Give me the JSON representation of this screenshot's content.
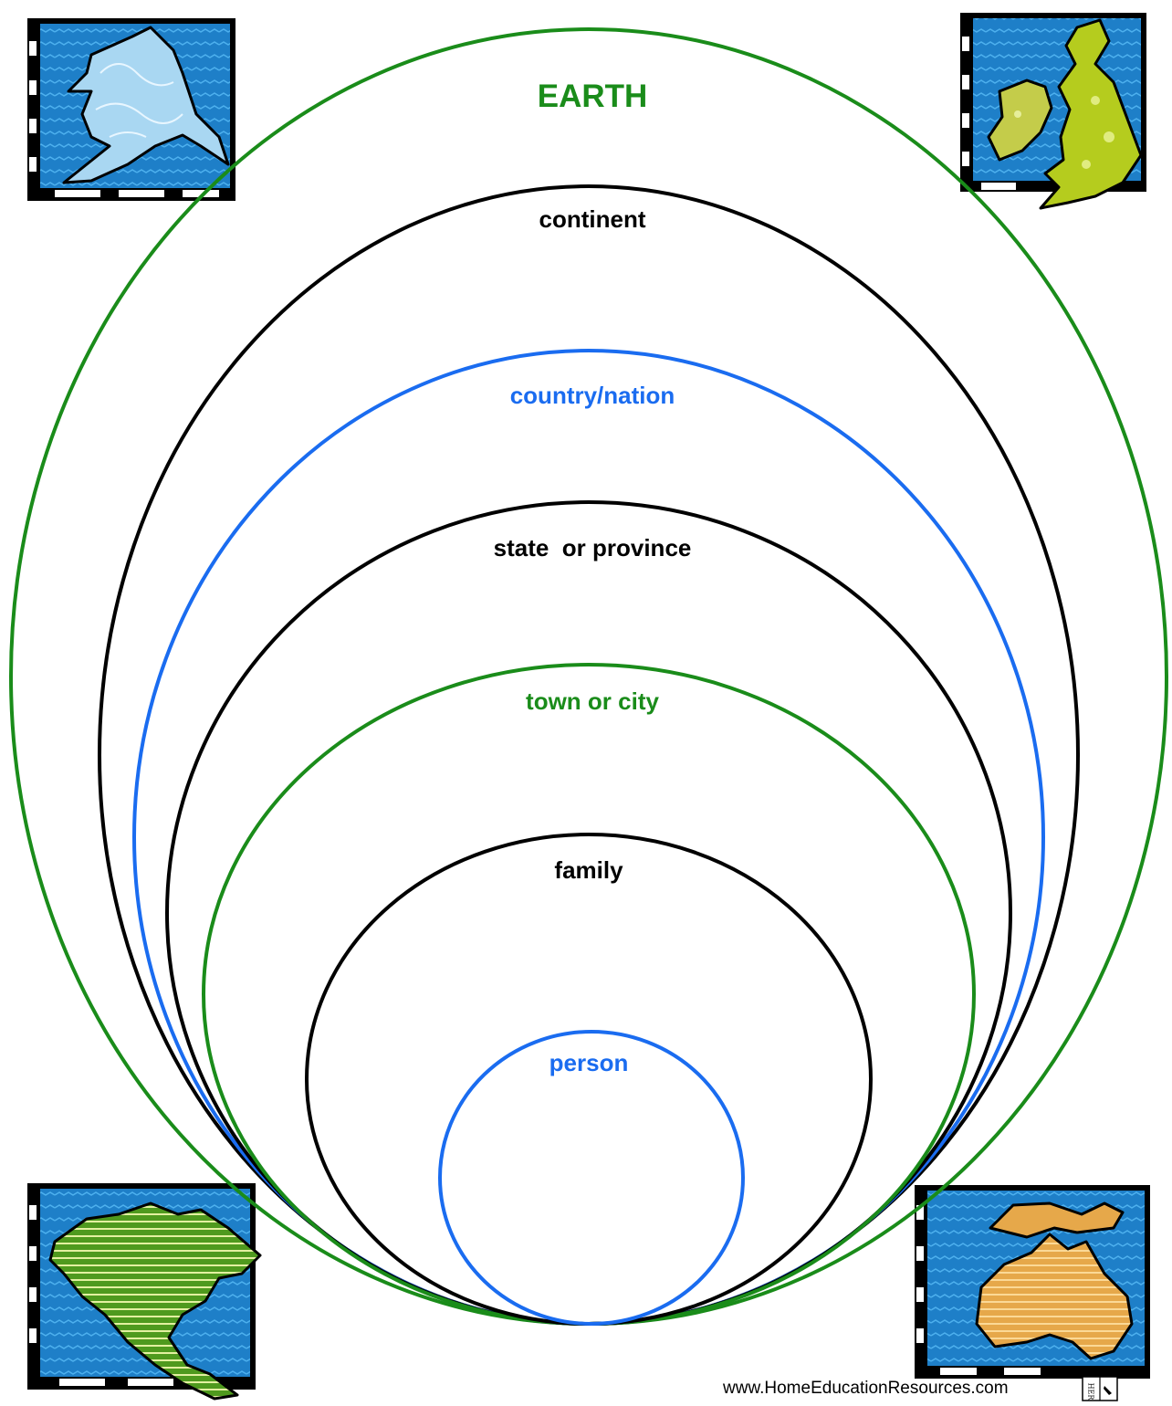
{
  "diagram": {
    "levels": [
      {
        "label": "EARTH",
        "color": "#1a8c1a"
      },
      {
        "label": "continent",
        "color": "#000000"
      },
      {
        "label": "country/nation",
        "color": "#1a6cf0"
      },
      {
        "label": "state  or province",
        "color": "#000000"
      },
      {
        "label": "town or city",
        "color": "#1a8c1a"
      },
      {
        "label": "family",
        "color": "#000000"
      },
      {
        "label": "person",
        "color": "#1a6cf0"
      }
    ],
    "maps": [
      "alaska-map-icon",
      "british-isles-map-icon",
      "north-america-map-icon",
      "australia-map-icon"
    ]
  },
  "footer": {
    "url": "www.HomeEducationResources.com",
    "logo_letters": "HER"
  }
}
